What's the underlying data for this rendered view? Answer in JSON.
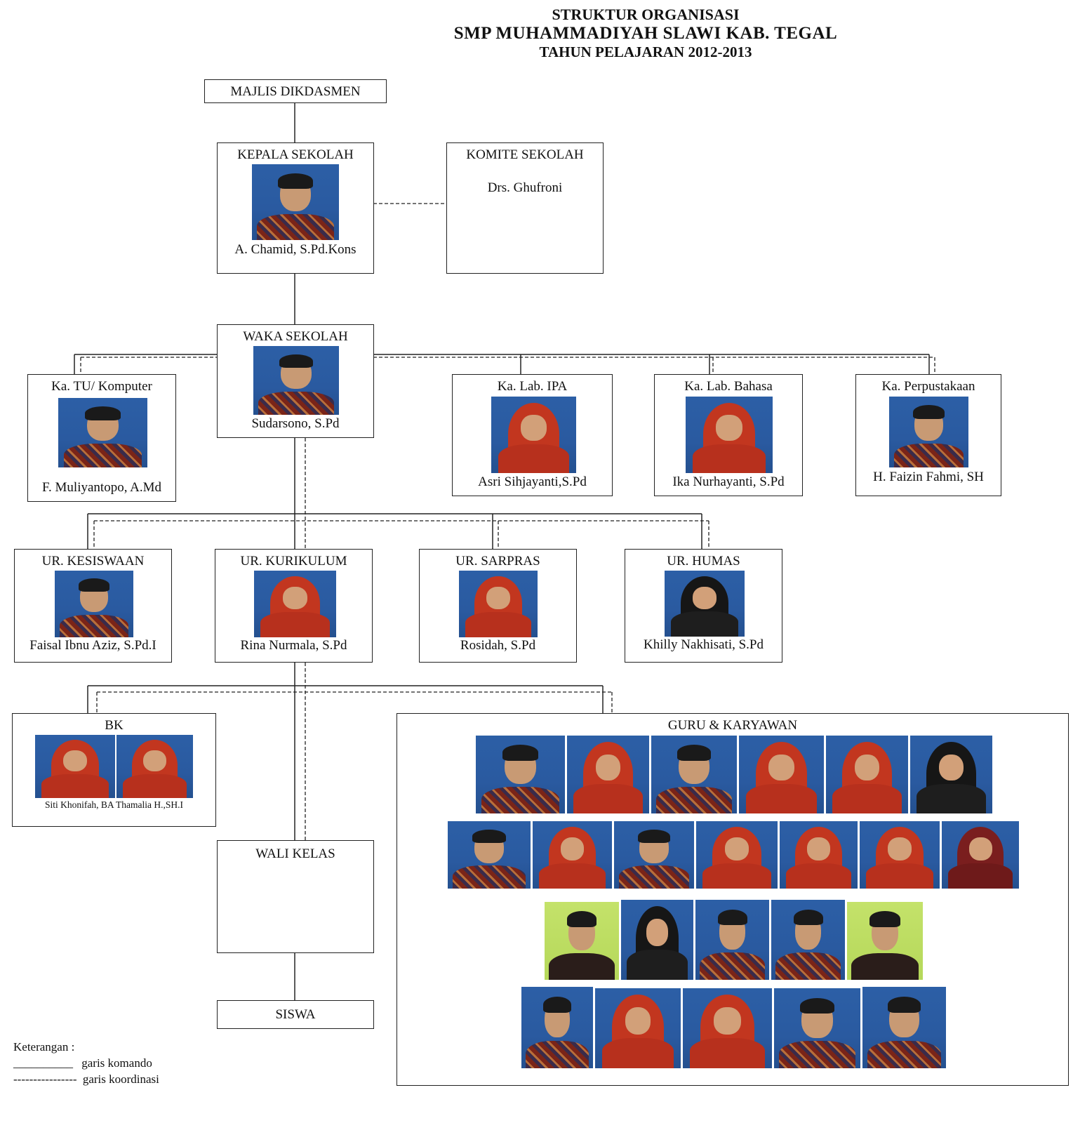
{
  "header": {
    "line1": "STRUKTUR ORGANISASI",
    "line2": "SMP MUHAMMADIYAH SLAWI KAB. TEGAL",
    "line3": "TAHUN PELAJARAN 2012-2013"
  },
  "nodes": {
    "majlis": {
      "title": "MAJLIS DIKDASMEN"
    },
    "kepala": {
      "title": "KEPALA SEKOLAH",
      "name": "A. Chamid, S.Pd.Kons"
    },
    "komite": {
      "title": "KOMITE SEKOLAH",
      "name": "Drs. Ghufroni"
    },
    "waka": {
      "title": "WAKA SEKOLAH",
      "name": "Sudarsono, S.Pd"
    },
    "tu": {
      "title": "Ka. TU/ Komputer",
      "name": "F. Muliyantopo, A.Md"
    },
    "lab_ipa": {
      "title": "Ka. Lab. IPA",
      "name": "Asri Sihjayanti,S.Pd"
    },
    "lab_bahasa": {
      "title": "Ka. Lab. Bahasa",
      "name": "Ika Nurhayanti, S.Pd"
    },
    "perpus": {
      "title": "Ka. Perpustakaan",
      "name": "H. Faizin Fahmi, SH"
    },
    "kesiswaan": {
      "title": "UR. KESISWAAN",
      "name": "Faisal Ibnu Aziz, S.Pd.I"
    },
    "kurikulum": {
      "title": "UR. KURIKULUM",
      "name": "Rina Nurmala, S.Pd"
    },
    "sarpras": {
      "title": "UR. SARPRAS",
      "name": "Rosidah, S.Pd"
    },
    "humas": {
      "title": "UR. HUMAS",
      "name": "Khilly Nakhisati, S.Pd"
    },
    "bk": {
      "title": "BK",
      "names": "Siti Khonifah, BA Thamalia H.,SH.I"
    },
    "guru": {
      "title": "GURU & KARYAWAN"
    },
    "wali": {
      "title": "WALI KELAS"
    },
    "siswa": {
      "title": "SISWA"
    }
  },
  "legend": {
    "heading": "Keterangan :",
    "solid_mark": "__________",
    "solid_text": "garis komando",
    "dashed_mark": "----------------",
    "dashed_text": "garis koordinasi"
  }
}
